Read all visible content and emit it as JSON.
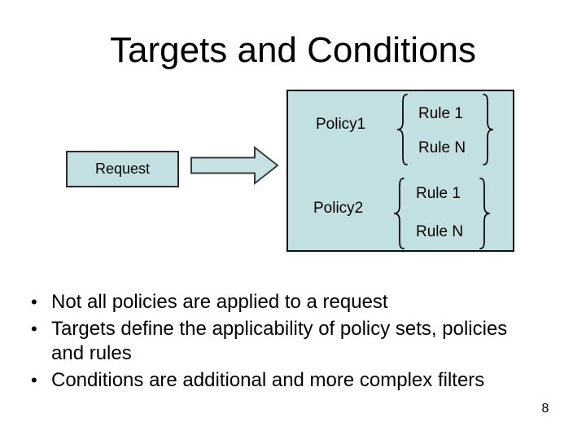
{
  "slide": {
    "title": "Targets and Conditions",
    "page_number": "8",
    "bullet_char": "•"
  },
  "diagram": {
    "request_label": "Request",
    "arrow_icon": "right-block-arrow",
    "groups": [
      {
        "policy": "Policy1",
        "rules": [
          "Rule 1",
          "Rule N"
        ]
      },
      {
        "policy": "Policy2",
        "rules": [
          "Rule 1",
          "Rule N"
        ]
      }
    ],
    "colors": {
      "shape_fill": "#c2e0e2",
      "shape_border": "#101010",
      "text": "#000000",
      "background": "#ffffff"
    }
  },
  "bullets": [
    "Not all policies are applied to a request",
    "Targets define the applicability of policy sets, policies and rules",
    "Conditions are additional and more complex filters"
  ]
}
